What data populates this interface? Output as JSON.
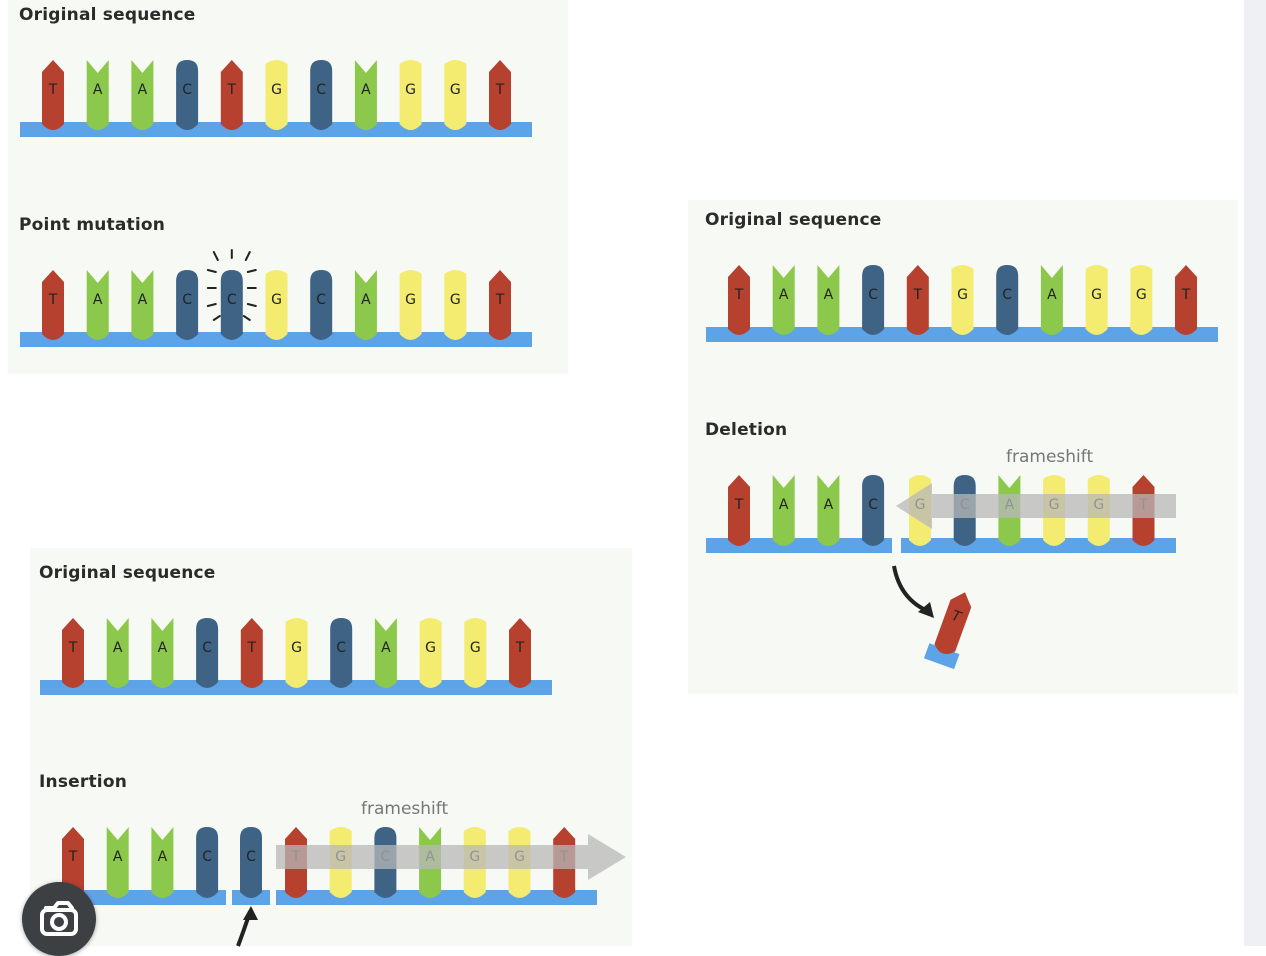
{
  "colors": {
    "T": "#b5412e",
    "A": "#8cc84b",
    "C": "#3f6385",
    "G": "#f3ec71",
    "backbone": "#5da3e8",
    "arrow": "#b8b8b8",
    "panel": "#f7f9f4"
  },
  "panel1": {
    "title_original": "Original sequence",
    "title_mutation": "Point mutation",
    "original": [
      "T",
      "A",
      "A",
      "C",
      "T",
      "G",
      "C",
      "A",
      "G",
      "G",
      "T"
    ],
    "mutated": [
      "T",
      "A",
      "A",
      "C",
      "C",
      "G",
      "C",
      "A",
      "G",
      "G",
      "T"
    ]
  },
  "panel2": {
    "title_original": "Original sequence",
    "title_mutation": "Deletion",
    "original": [
      "T",
      "A",
      "A",
      "C",
      "T",
      "G",
      "C",
      "A",
      "G",
      "G",
      "T"
    ],
    "left": [
      "T",
      "A",
      "A",
      "C"
    ],
    "right": [
      "G",
      "C",
      "A",
      "G",
      "G",
      "T"
    ],
    "removed": "T",
    "frameshift_label": "frameshift"
  },
  "panel3": {
    "title_original": "Original sequence",
    "title_mutation": "Insertion",
    "original": [
      "T",
      "A",
      "A",
      "C",
      "T",
      "G",
      "C",
      "A",
      "G",
      "G",
      "T"
    ],
    "left": [
      "T",
      "A",
      "A",
      "C"
    ],
    "inserted": "C",
    "right": [
      "T",
      "G",
      "C",
      "A",
      "G",
      "G",
      "T"
    ],
    "frameshift_label": "frameshift"
  },
  "icons": {
    "lens": "camera-lens-icon"
  }
}
